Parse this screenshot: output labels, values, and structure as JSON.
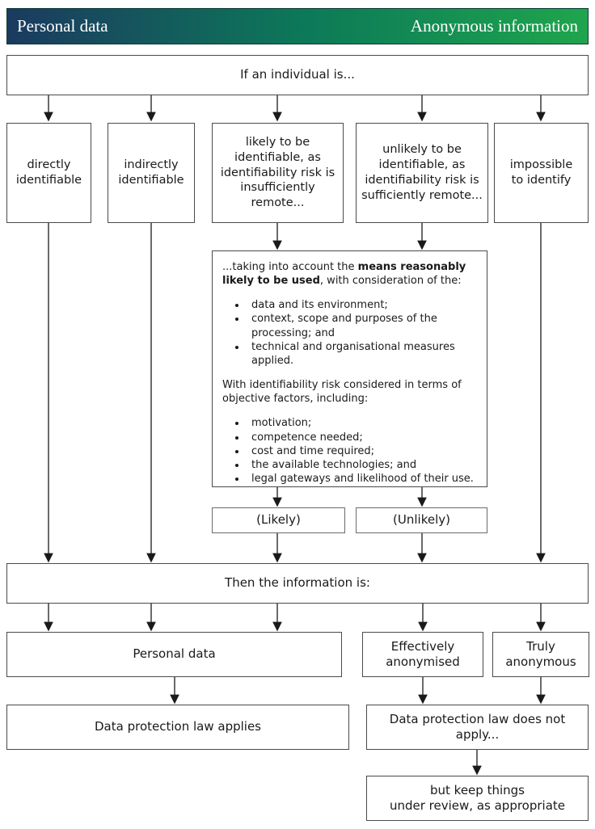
{
  "header": {
    "left_label": "Personal data",
    "right_label": "Anonymous information",
    "gradient_left": "#1b3a60",
    "gradient_mid": "#0c7a58",
    "gradient_right": "#1fa54d",
    "text_color": "#ffffff"
  },
  "flow": {
    "if_box": "If an individual is...",
    "categories": [
      {
        "label": "directly identifiable"
      },
      {
        "label": "indirectly identifiable"
      },
      {
        "label": "likely to be identifiable, as identifiability risk is insufficiently remote..."
      },
      {
        "label": "unlikely to be identifiable, as identifiability risk is sufficiently remote..."
      },
      {
        "label": "impossible to identify"
      }
    ],
    "assessment": {
      "intro_pre": "...taking into account the ",
      "intro_bold": "means reasonably likely to be used",
      "intro_post": ", with consideration of the:",
      "considerations": [
        "data and its environment;",
        "context, scope and purposes of the processing; and",
        "technical and organisational measures applied."
      ],
      "objective_intro": "With identifiability risk considered in terms of objective factors, including:",
      "objective_factors": [
        "motivation;",
        "competence needed;",
        "cost and time required;",
        "the available technologies; and",
        "legal gateways and likelihood of their use."
      ]
    },
    "likely_box": "(Likely)",
    "unlikely_box": "(Unlikely)",
    "then_box": "Then the information is:",
    "outcomes": {
      "personal_data": "Personal data",
      "effectively_anonymised": "Effectively anonymised",
      "truly_anonymous": "Truly anonymous"
    },
    "consequences": {
      "applies": "Data protection law applies",
      "not_apply_line1": "Data protection law does not",
      "not_apply_line2": "apply...",
      "review_line1": "but keep things",
      "review_line2": "under review, as appropriate"
    }
  }
}
